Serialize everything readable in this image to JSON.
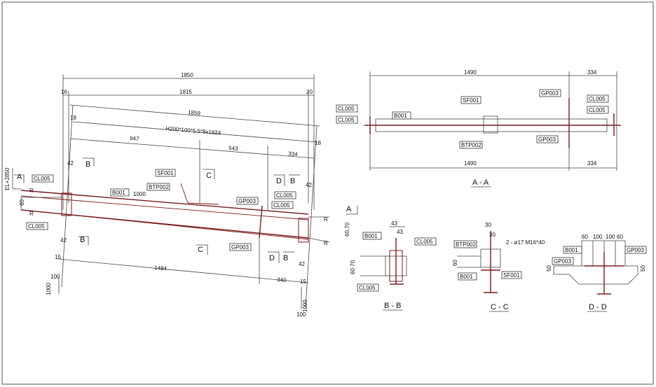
{
  "main_view": {
    "dims": {
      "total": "1850",
      "inner": "1815",
      "left_off": "16",
      "right_off": "20",
      "diag": "1859",
      "profile": "H200*100*5.5*8x1824",
      "seg1": "947",
      "seg2": "543",
      "seg3": "334",
      "end_l": "18",
      "end_r": "18",
      "gap_tl": "42",
      "gap_tr": "42",
      "gap_bl": "42",
      "gap_br": "42",
      "bot_l": "15",
      "bot_r": "15",
      "bottom_len": "1484",
      "bottom_seg": "340",
      "h1": "60",
      "h2": "60,70",
      "s1000": "1000",
      "s100a": "100",
      "s100b": "100",
      "s1000b": "1000",
      "s1000c": "1000",
      "r_labels": [
        "R",
        "R",
        "R",
        "R"
      ]
    },
    "elevation": "EL+2850",
    "section_marks": {
      "A": "A",
      "B": "B",
      "C": "C",
      "D": "D"
    },
    "tags": {
      "cl005_tl": "CL005",
      "cl005_bl": "CL005",
      "b001": "B001",
      "sf001": "SF001",
      "btp002": "BTP002",
      "gp003_t": "GP003",
      "gp003_b": "GP003",
      "cl005_r1": "CL005",
      "cl005_r2": "CL005"
    }
  },
  "view_aa": {
    "title": "A - A",
    "top_dims": [
      "1490",
      "334"
    ],
    "bottom_dims": [
      "1490",
      "334"
    ],
    "tags": {
      "cl005_l1": "CL005",
      "cl005_l2": "CL005",
      "b001": "B001",
      "sf001": "SF001",
      "btp002": "BTP002",
      "gp003_t": "GP003",
      "gp003_b": "GP003",
      "cl005_r1": "CL005",
      "cl005_r2": "CL005"
    }
  },
  "view_bb": {
    "title": "B - B",
    "dims": {
      "w1": "43",
      "w2": "43",
      "h": "60 70"
    },
    "tags": {
      "b001": "B001",
      "cl005_t": "CL005",
      "cl005_b": "CL005"
    }
  },
  "view_cc": {
    "title": "C - C",
    "dims": {
      "w1": "30",
      "w2": "30",
      "h": "60"
    },
    "bolt_note": "2 - ø17 M16*40",
    "tags": {
      "btp002": "BTP002",
      "b001": "B001",
      "sf001": "SF001"
    }
  },
  "view_dd": {
    "title": "D - D",
    "dims": [
      "60",
      "100",
      "100",
      "60"
    ],
    "side_l": "50",
    "side_r": "50",
    "tags": {
      "b001": "B001",
      "gp003_l": "GP003",
      "gp003_r": "GP003"
    }
  },
  "colors": {
    "line": "#444444",
    "beam": "#7a1a1a",
    "frame": "#555555"
  }
}
